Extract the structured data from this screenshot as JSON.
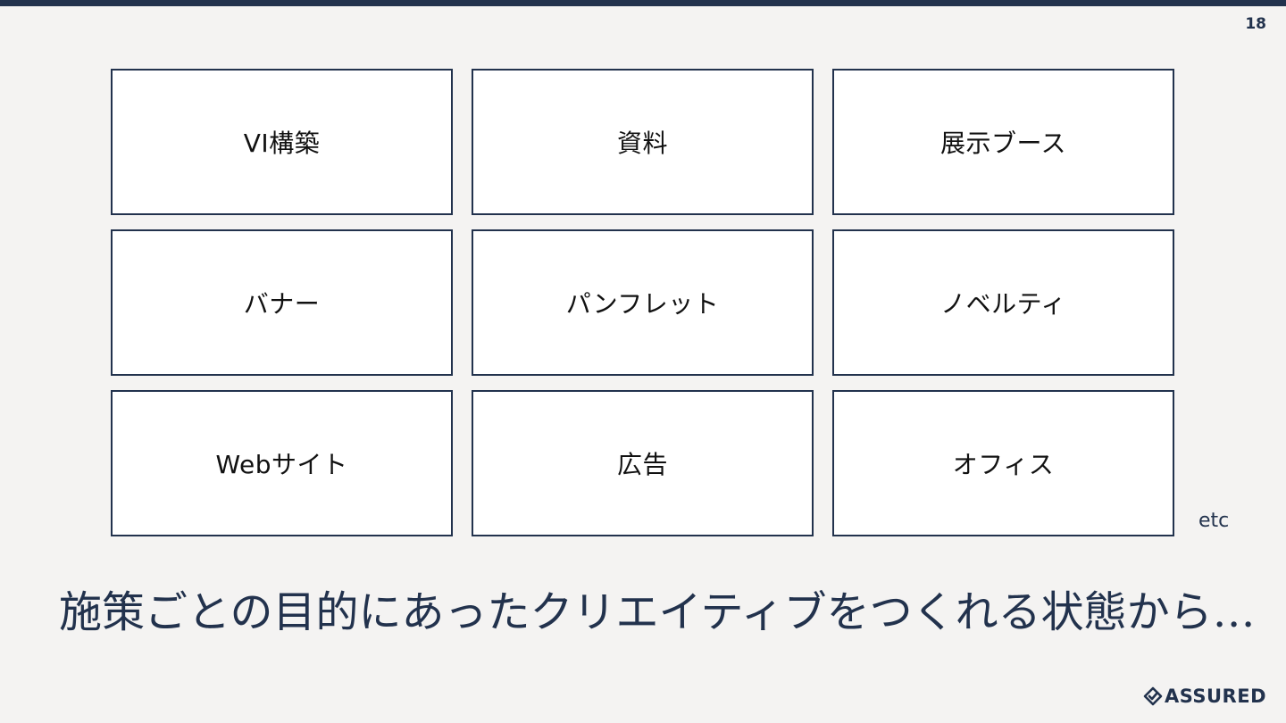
{
  "slide": {
    "page_number": "18",
    "cards": [
      {
        "label": "VI構築"
      },
      {
        "label": "資料"
      },
      {
        "label": "展示ブース"
      },
      {
        "label": "バナー"
      },
      {
        "label": "パンフレット"
      },
      {
        "label": "ノベルティ"
      },
      {
        "label": "Webサイト"
      },
      {
        "label": "広告"
      },
      {
        "label": "オフィス"
      }
    ],
    "etc": "etc",
    "headline": "施策ごとの目的にあったクリエイティブをつくれる状態から…"
  },
  "brand": {
    "logo_text": "ASSURED",
    "logo_icon": "check-diamond-icon"
  },
  "colors": {
    "navy": "#22324d",
    "background": "#f4f3f2",
    "card": "#ffffff"
  }
}
